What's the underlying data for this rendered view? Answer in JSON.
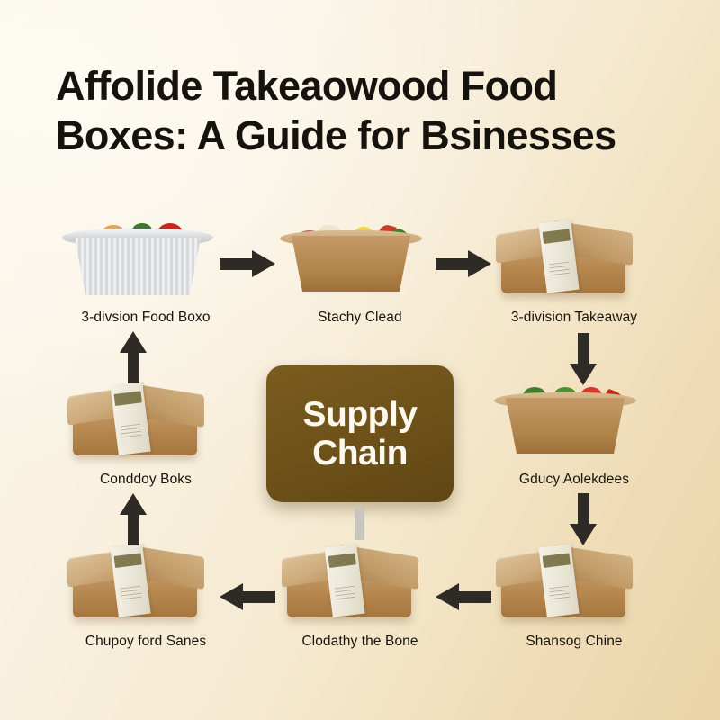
{
  "poster": {
    "title_lines": [
      "Affolide Takeaowood Food",
      "Boxes: A Guide for Bsinesses"
    ],
    "background_start_color": "#fbf7ec",
    "background_end_color": "#ead3a6"
  },
  "hub": {
    "label_line1": "Supply",
    "label_line2": "Chain",
    "fill_color": "#6d5119",
    "text_color": "#fdf8ee"
  },
  "nodes": [
    {
      "id": "node-1",
      "label": "3-divsion Food Boxo",
      "image": "foil-tray-with-food",
      "row": 1,
      "col": 1
    },
    {
      "id": "node-2",
      "label": "Stachy Clead",
      "image": "kraft-tray-deli-food",
      "row": 1,
      "col": 2
    },
    {
      "id": "node-3",
      "label": "3-division Takeaway",
      "image": "closed-kraft-box",
      "row": 1,
      "col": 3
    },
    {
      "id": "node-4",
      "label": "Conddoy Boks",
      "image": "closed-kraft-box",
      "row": 2,
      "col": 1
    },
    {
      "id": "node-5",
      "label": "Gducy Aolekdees",
      "image": "kraft-tray-salad",
      "row": 2,
      "col": 3
    },
    {
      "id": "node-6",
      "label": "Chupoy ford Sanes",
      "image": "closed-kraft-box",
      "row": 3,
      "col": 1
    },
    {
      "id": "node-7",
      "label": "Clodathy the Bone",
      "image": "closed-kraft-box",
      "row": 3,
      "col": 2
    },
    {
      "id": "node-8",
      "label": "Shansog Chine",
      "image": "closed-kraft-box",
      "row": 3,
      "col": 3
    }
  ],
  "arrows": [
    {
      "id": "arrow-1",
      "direction": "right",
      "from": "node-1",
      "to": "node-2"
    },
    {
      "id": "arrow-2",
      "direction": "right",
      "from": "node-2",
      "to": "node-3"
    },
    {
      "id": "arrow-3",
      "direction": "down",
      "from": "node-3",
      "to": "node-5"
    },
    {
      "id": "arrow-4",
      "direction": "down",
      "from": "node-5",
      "to": "node-8"
    },
    {
      "id": "arrow-5",
      "direction": "left",
      "from": "node-8",
      "to": "node-7"
    },
    {
      "id": "arrow-6",
      "direction": "left",
      "from": "node-7",
      "to": "node-6"
    },
    {
      "id": "arrow-7",
      "direction": "up",
      "from": "node-6",
      "to": "node-4"
    },
    {
      "id": "arrow-8",
      "direction": "up",
      "from": "node-4",
      "to": "node-1"
    }
  ],
  "arrow_color": "#2e2a25",
  "connector": {
    "color": "#c9c6bd"
  }
}
